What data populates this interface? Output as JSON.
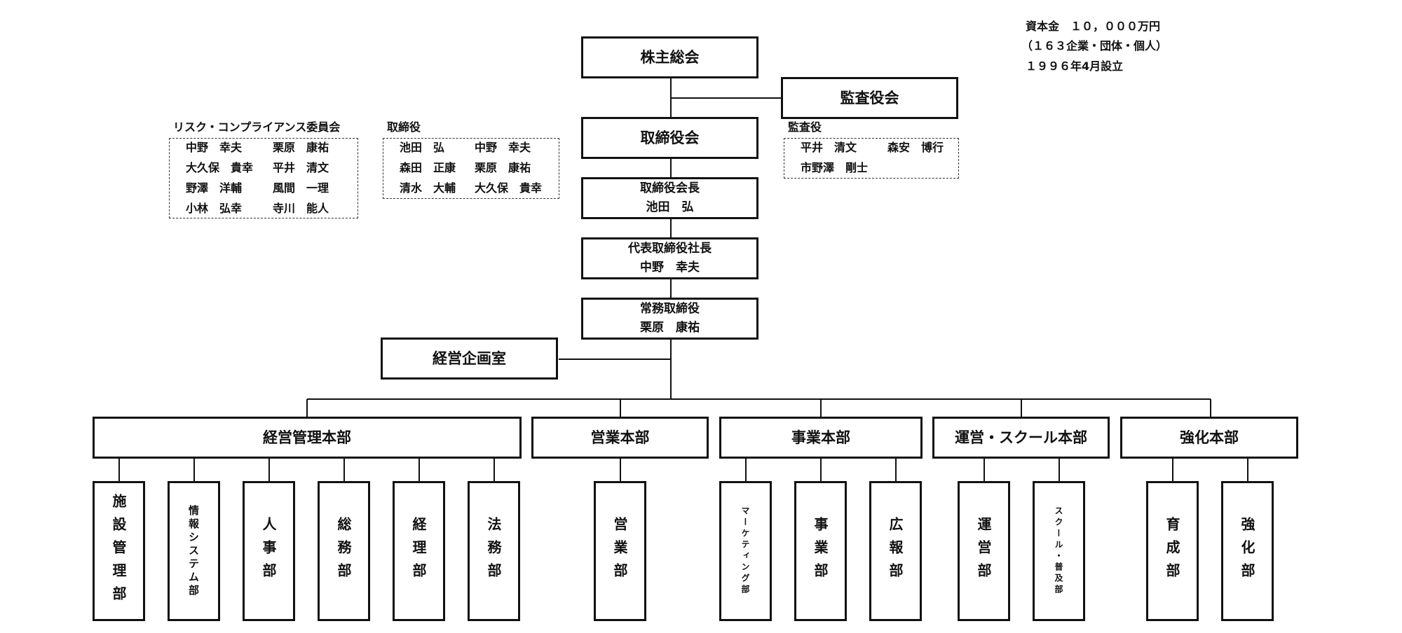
{
  "company_info": {
    "capital": "資本金　１０，０００万円",
    "shareholders": "（１６３企業・団体・個人）",
    "founded": "１９９６年4月設立"
  },
  "top": {
    "shareholders_meeting": "株主総会",
    "audit_board": "監査役会",
    "board_of_directors": "取締役会",
    "chairman_title": "取締役会長",
    "chairman_name": "池田　弘",
    "president_title": "代表取締役社長",
    "president_name": "中野　幸夫",
    "managing_title": "常務取締役",
    "managing_name": "栗原　康祐",
    "planning_office": "経営企画室"
  },
  "risk_committee": {
    "title": "リスク・コンプライアンス委員会",
    "members": [
      "中野　幸夫",
      "栗原　康祐",
      "大久保　貴幸",
      "平井　清文",
      "野澤　洋輔",
      "風間　一理",
      "小林　弘幸",
      "寺川　能人"
    ]
  },
  "directors": {
    "title": "取締役",
    "members": [
      "池田　弘",
      "中野　幸夫",
      "森田　正康",
      "栗原　康祐",
      "清水　大輔",
      "大久保　貴幸"
    ]
  },
  "auditors": {
    "title": "監査役",
    "members": [
      "平井　清文",
      "森安　博行",
      "市野澤　剛士"
    ]
  },
  "divisions": [
    {
      "label": "経営管理本部",
      "departments": [
        "施設管理部",
        "情報システム部",
        "人事部",
        "総務部",
        "経理部",
        "法務部"
      ]
    },
    {
      "label": "営業本部",
      "departments": [
        "営業部"
      ]
    },
    {
      "label": "事業本部",
      "departments": [
        "マーケティング部",
        "事業部",
        "広報部"
      ]
    },
    {
      "label": "運営・スクール本部",
      "departments": [
        "運営部",
        "スクール・普及部"
      ]
    },
    {
      "label": "強化本部",
      "departments": [
        "育成部",
        "強化部"
      ]
    }
  ]
}
